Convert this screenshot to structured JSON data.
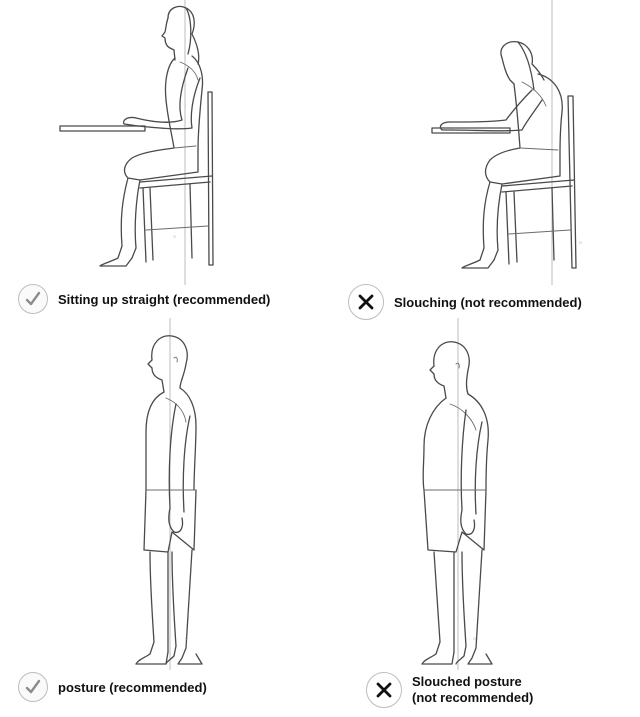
{
  "panels": [
    {
      "id": "sitting-straight",
      "caption": "Sitting up straight  (recommended)",
      "status": "recommended",
      "status_icon": "check-icon",
      "status_color": "#8c8c8c"
    },
    {
      "id": "sitting-slouch",
      "caption": "Slouching (not recommended)",
      "status": "not-recommended",
      "status_icon": "x-icon",
      "status_color": "#111111"
    },
    {
      "id": "standing-straight",
      "caption": "posture (recommended)",
      "status": "recommended",
      "status_icon": "check-icon",
      "status_color": "#8c8c8c"
    },
    {
      "id": "standing-slouch",
      "caption_line1": "Slouched posture",
      "caption_line2": "(not recommended)",
      "status": "not-recommended",
      "status_icon": "x-icon",
      "status_color": "#111111"
    }
  ]
}
